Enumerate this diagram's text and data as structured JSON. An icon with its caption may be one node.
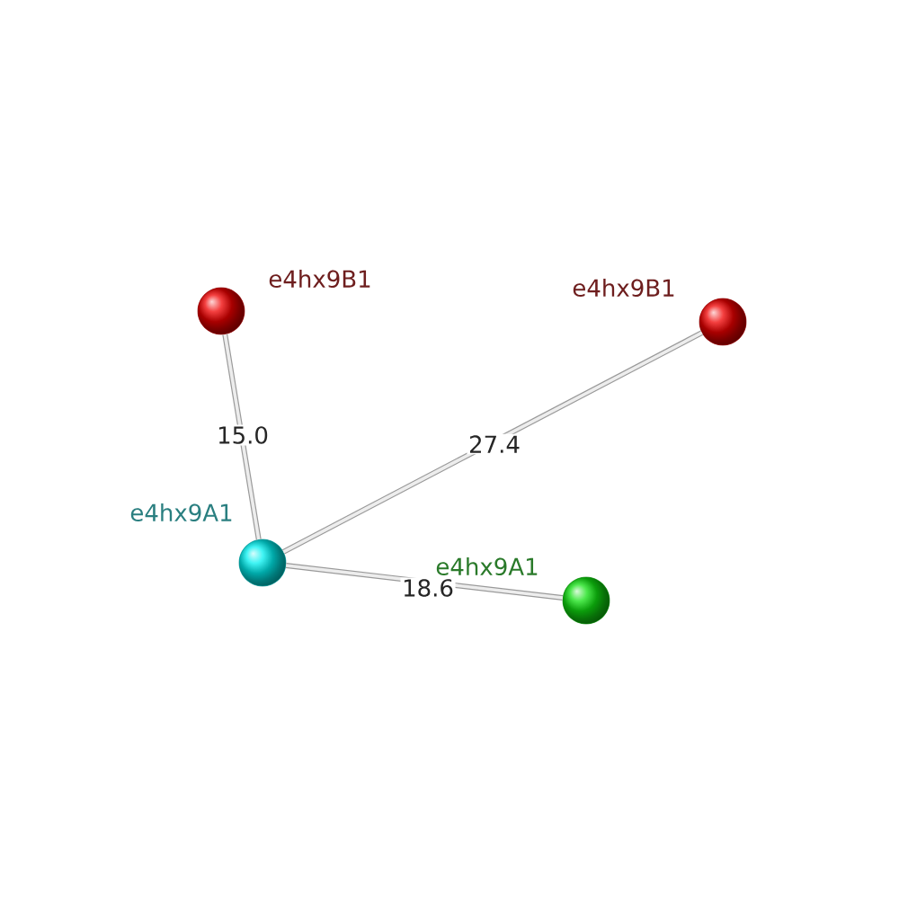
{
  "diagram": {
    "nodes": [
      {
        "text": [],
        "shape": "circle",
        "beside": [
          "e4hx9B1"
        ]
      },
      {
        "text": [],
        "shape": "circle",
        "beside": [
          "e4hx9B1"
        ]
      },
      {
        "text": [],
        "shape": "circle",
        "beside": [
          "e4hx9A1"
        ]
      },
      {
        "text": [],
        "shape": "circle",
        "beside": [
          "e4hx9A1"
        ]
      }
    ],
    "edges": [
      {
        "from": 2,
        "to": 0,
        "arrow": "none",
        "label": "15.0"
      },
      {
        "from": 2,
        "to": 1,
        "arrow": "none",
        "label": "27.4"
      },
      {
        "from": 2,
        "to": 3,
        "arrow": "none",
        "label": "18.6"
      }
    ]
  }
}
